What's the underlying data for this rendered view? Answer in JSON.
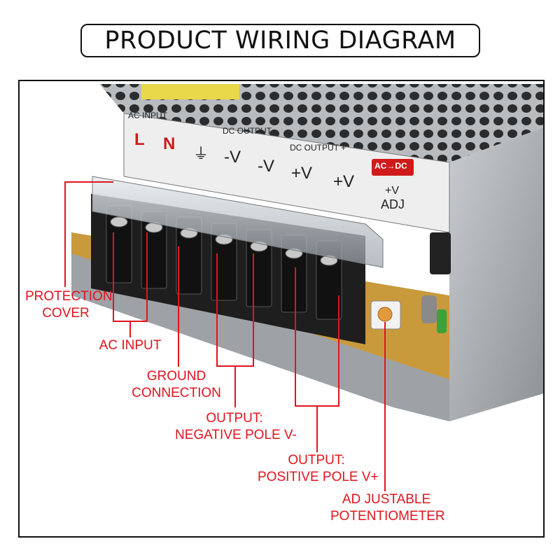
{
  "title": "PRODUCT WIRING DIAGRAM",
  "panel": {
    "ac_input": "AC INPUT",
    "dc_output_neg": "DC OUTPUT -",
    "dc_output_pos": "DC OUTPUT +",
    "ac_dc_badge": "AC→DC",
    "terminals": [
      "L",
      "N",
      "⏚",
      "-V",
      "-V",
      "+V",
      "+V"
    ],
    "adj_line1": "+V",
    "adj_line2": "ADJ"
  },
  "callouts": {
    "protection_cover": [
      "PROTECTION",
      "COVER"
    ],
    "ac_input": [
      "AC INPUT"
    ],
    "ground": [
      "GROUND",
      "CONNECTION"
    ],
    "output_neg": [
      "OUTPUT:",
      "NEGATIVE POLE V-"
    ],
    "output_pos": [
      "OUTPUT:",
      "POSITIVE POLE V+"
    ],
    "potentiometer": [
      "AD JUSTABLE",
      "POTENTIOMETER"
    ]
  },
  "colors": {
    "label_red": "#e0141e",
    "line_red": "#e0141e",
    "badge_red": "#d01a1a"
  }
}
